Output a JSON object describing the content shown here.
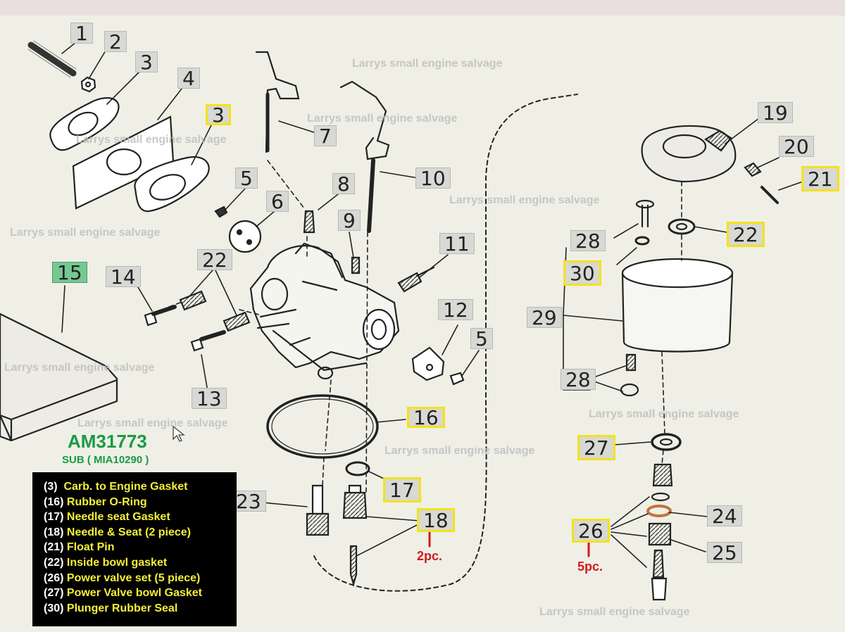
{
  "watermark": "Larrys small engine salvage",
  "callouts": [
    {
      "label": "1",
      "style": "plain"
    },
    {
      "label": "2",
      "style": "plain"
    },
    {
      "label": "3",
      "style": "plain"
    },
    {
      "label": "4",
      "style": "plain"
    },
    {
      "label": "3",
      "style": "highlight"
    },
    {
      "label": "5",
      "style": "plain"
    },
    {
      "label": "6",
      "style": "plain"
    },
    {
      "label": "7",
      "style": "plain"
    },
    {
      "label": "8",
      "style": "plain"
    },
    {
      "label": "9",
      "style": "plain"
    },
    {
      "label": "10",
      "style": "plain"
    },
    {
      "label": "11",
      "style": "plain"
    },
    {
      "label": "12",
      "style": "plain"
    },
    {
      "label": "5",
      "style": "plain"
    },
    {
      "label": "13",
      "style": "plain"
    },
    {
      "label": "14",
      "style": "plain"
    },
    {
      "label": "15",
      "style": "green"
    },
    {
      "label": "22",
      "style": "plain"
    },
    {
      "label": "16",
      "style": "highlight"
    },
    {
      "label": "17",
      "style": "highlight"
    },
    {
      "label": "18",
      "style": "highlight"
    },
    {
      "label": "23",
      "style": "plain"
    },
    {
      "label": "19",
      "style": "plain"
    },
    {
      "label": "20",
      "style": "plain"
    },
    {
      "label": "21",
      "style": "highlight"
    },
    {
      "label": "22",
      "style": "highlight"
    },
    {
      "label": "28",
      "style": "plain"
    },
    {
      "label": "30",
      "style": "highlight"
    },
    {
      "label": "29",
      "style": "plain"
    },
    {
      "label": "28",
      "style": "plain"
    },
    {
      "label": "27",
      "style": "highlight"
    },
    {
      "label": "24",
      "style": "plain"
    },
    {
      "label": "26",
      "style": "highlight"
    },
    {
      "label": "25",
      "style": "plain"
    }
  ],
  "quantities": {
    "needle_seat": "2pc.",
    "power_valve": "5pc."
  },
  "part_number": "AM31773",
  "substitute": "SUB ( MIA10290 )",
  "legend": [
    {
      "num": "(3)",
      "text": "Carb. to Engine Gasket"
    },
    {
      "num": "(16)",
      "text": "Rubber O-Ring"
    },
    {
      "num": "(17)",
      "text": "Needle seat Gasket"
    },
    {
      "num": "(18)",
      "text": "Needle & Seat (2 piece)"
    },
    {
      "num": "(21)",
      "text": "Float Pin"
    },
    {
      "num": "(22)",
      "text": "Inside bowl gasket"
    },
    {
      "num": "(26)",
      "text": "Power valve set (5 piece)"
    },
    {
      "num": "(27)",
      "text": "Power Valve bowl Gasket"
    },
    {
      "num": "(30)",
      "text": "Plunger Rubber Seal"
    }
  ],
  "colors": {
    "background": "#efefe6",
    "highlight": "#f4e21c",
    "green": "#1a9a46",
    "quantity": "#d11b1b",
    "legend_text": "#f5ee3a"
  }
}
